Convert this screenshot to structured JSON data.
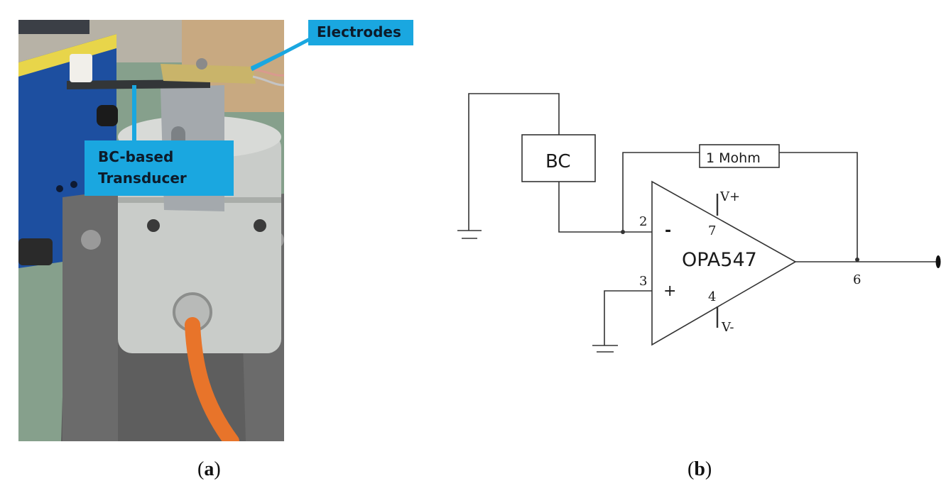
{
  "panel_a": {
    "callout_electrodes": "Electrodes",
    "callout_transducer_line1": "BC-based",
    "callout_transducer_line2": "Transducer",
    "caption_open": "(",
    "caption_letter": "a",
    "caption_close": ")"
  },
  "panel_b": {
    "bc_label": "BC",
    "resistor_label": "1 Mohm",
    "opamp_label": "OPA547",
    "pin_2": "2",
    "pin_3": "3",
    "pin_4": "4",
    "pin_6": "6",
    "pin_7": "7",
    "minus_sign": "-",
    "plus_sign": "+",
    "vplus_label": "V+",
    "vminus_label": "V-",
    "caption_open": "(",
    "caption_letter": "b",
    "caption_close": ")"
  },
  "colors": {
    "callout_blue": "#1aa7e0",
    "cable_orange": "#e8742a",
    "background_green": "#7f9b86",
    "wire_color": "#333333"
  }
}
